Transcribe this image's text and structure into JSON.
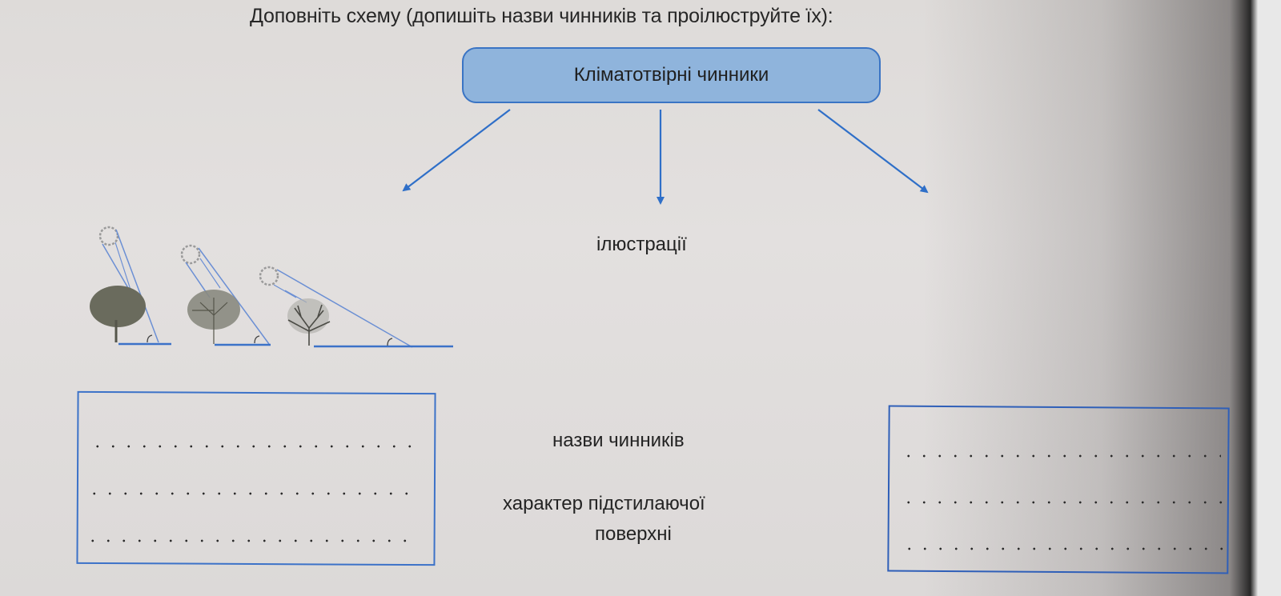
{
  "instruction": "Доповніть схему (допишіть назви чинників та проілюструйте їх):",
  "diagram": {
    "root": "Кліматотвірні чинники",
    "arrow_count": 3,
    "labels": {
      "illustrations": "ілюстрації",
      "factor_names": "назви чинників",
      "surface_line1": "характер підстилаючої",
      "surface_line2": "поверхні"
    },
    "answer_boxes": [
      {
        "id": "left",
        "blank_lines": 3
      },
      {
        "id": "right",
        "blank_lines": 3
      }
    ],
    "illustration": {
      "description_icons": [
        "sun-icon",
        "tree-icon"
      ],
      "scenes": 3
    }
  },
  "colors": {
    "accent": "#3a74c4",
    "root_fill": "#8fb4dc",
    "text": "#232323"
  }
}
